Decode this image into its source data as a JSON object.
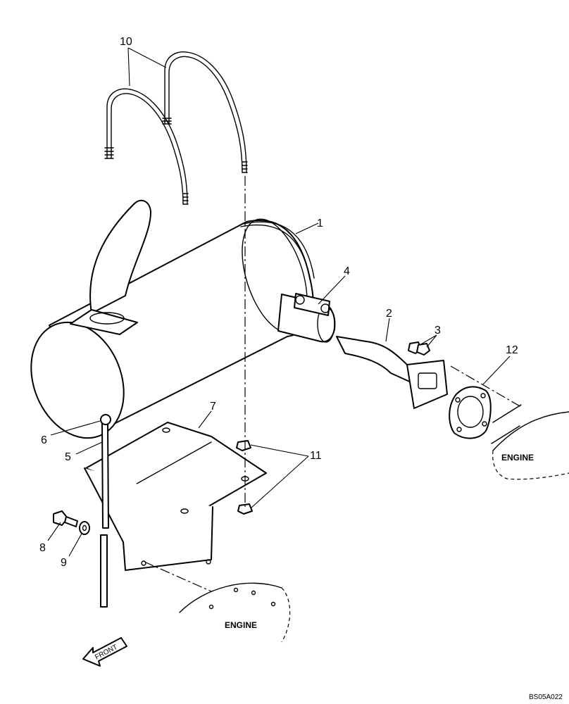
{
  "callouts": {
    "c1": "1",
    "c2": "2",
    "c3": "3",
    "c4": "4",
    "c5": "5",
    "c6": "6",
    "c7": "7",
    "c8": "8",
    "c9": "9",
    "c10": "10",
    "c11": "11",
    "c12": "12"
  },
  "labels": {
    "engine_lower": "ENGINE",
    "engine_right": "ENGINE",
    "front_arrow": "FRONT",
    "figure_id": "BS05A022"
  }
}
